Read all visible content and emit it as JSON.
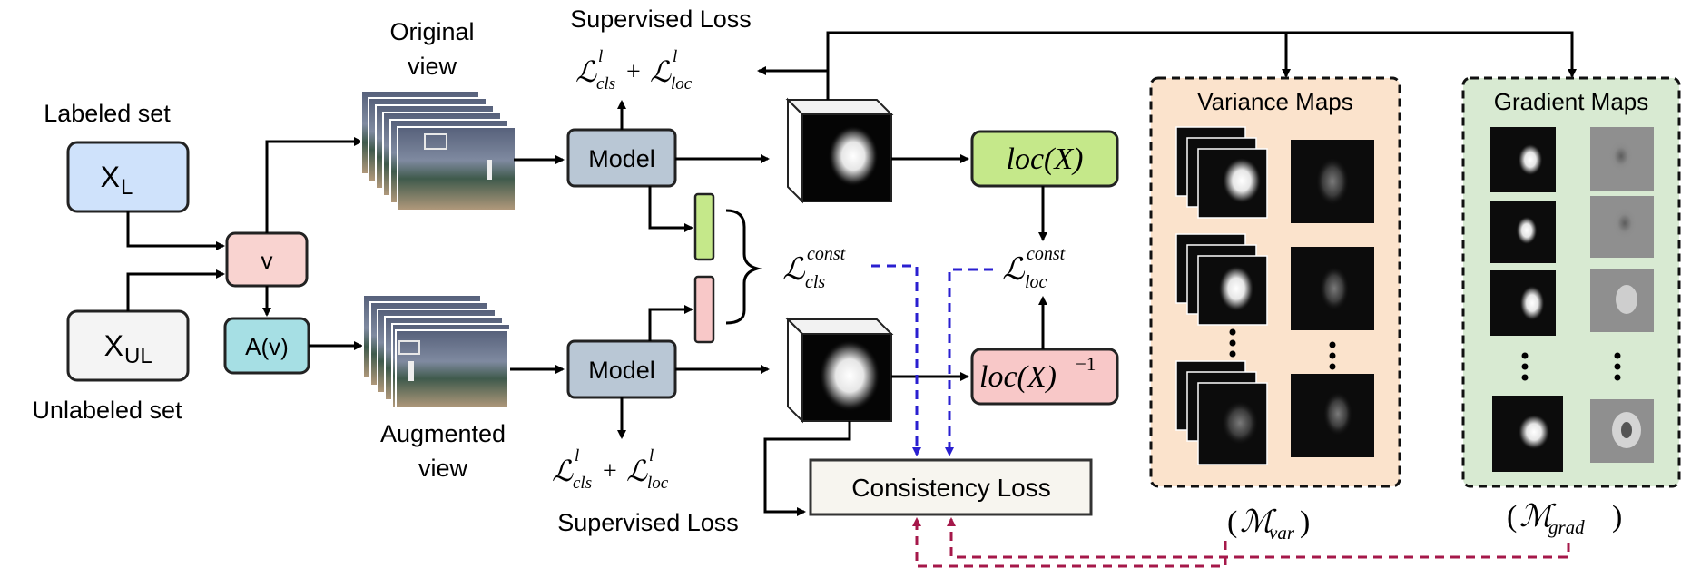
{
  "labels": {
    "labeled_set": "Labeled set",
    "unlabeled_set": "Unlabeled set",
    "xl_main": "X",
    "xl_sub": "L",
    "xul_main": "X",
    "xul_sub": "UL",
    "v": "v",
    "av": "A(v)",
    "original_view_1": "Original",
    "original_view_2": "view",
    "augmented_view_1": "Augmented",
    "augmented_view_2": "view",
    "model_top": "Model",
    "model_bottom": "Model",
    "supervised_loss_top": "Supervised Loss",
    "supervised_loss_bottom": "Supervised Loss",
    "consistency_loss": "Consistency Loss",
    "variance_maps": "Variance Maps",
    "gradient_maps": "Gradient Maps"
  },
  "math": {
    "L": "ℒ",
    "cls": "cls",
    "loc": "loc",
    "l": "l",
    "const": "const",
    "plus": "+",
    "loc_x": "loc(X)",
    "loc_x_inv": "loc(X)",
    "inv_exp": "−1",
    "m_var_open": "(",
    "m_var_M": "ℳ",
    "m_var_sub": "var",
    "m_var_close": ")",
    "m_grad_open": "(",
    "m_grad_M": "ℳ",
    "m_grad_sub": "grad",
    "m_grad_close": ")"
  },
  "colors": {
    "xl_fill": "#cfe2fb",
    "v_fill": "#f9d3d0",
    "av_fill": "#a6dfe4",
    "model_fill": "#b9c7d5",
    "loc_fill": "#c5e88a",
    "loc_inv_fill": "#f8c8c8",
    "variance_panel": "#fbe3cc",
    "gradient_panel": "#d8ead2",
    "blue_dash": "#2a1fd0",
    "maroon_dash": "#a5184a"
  }
}
